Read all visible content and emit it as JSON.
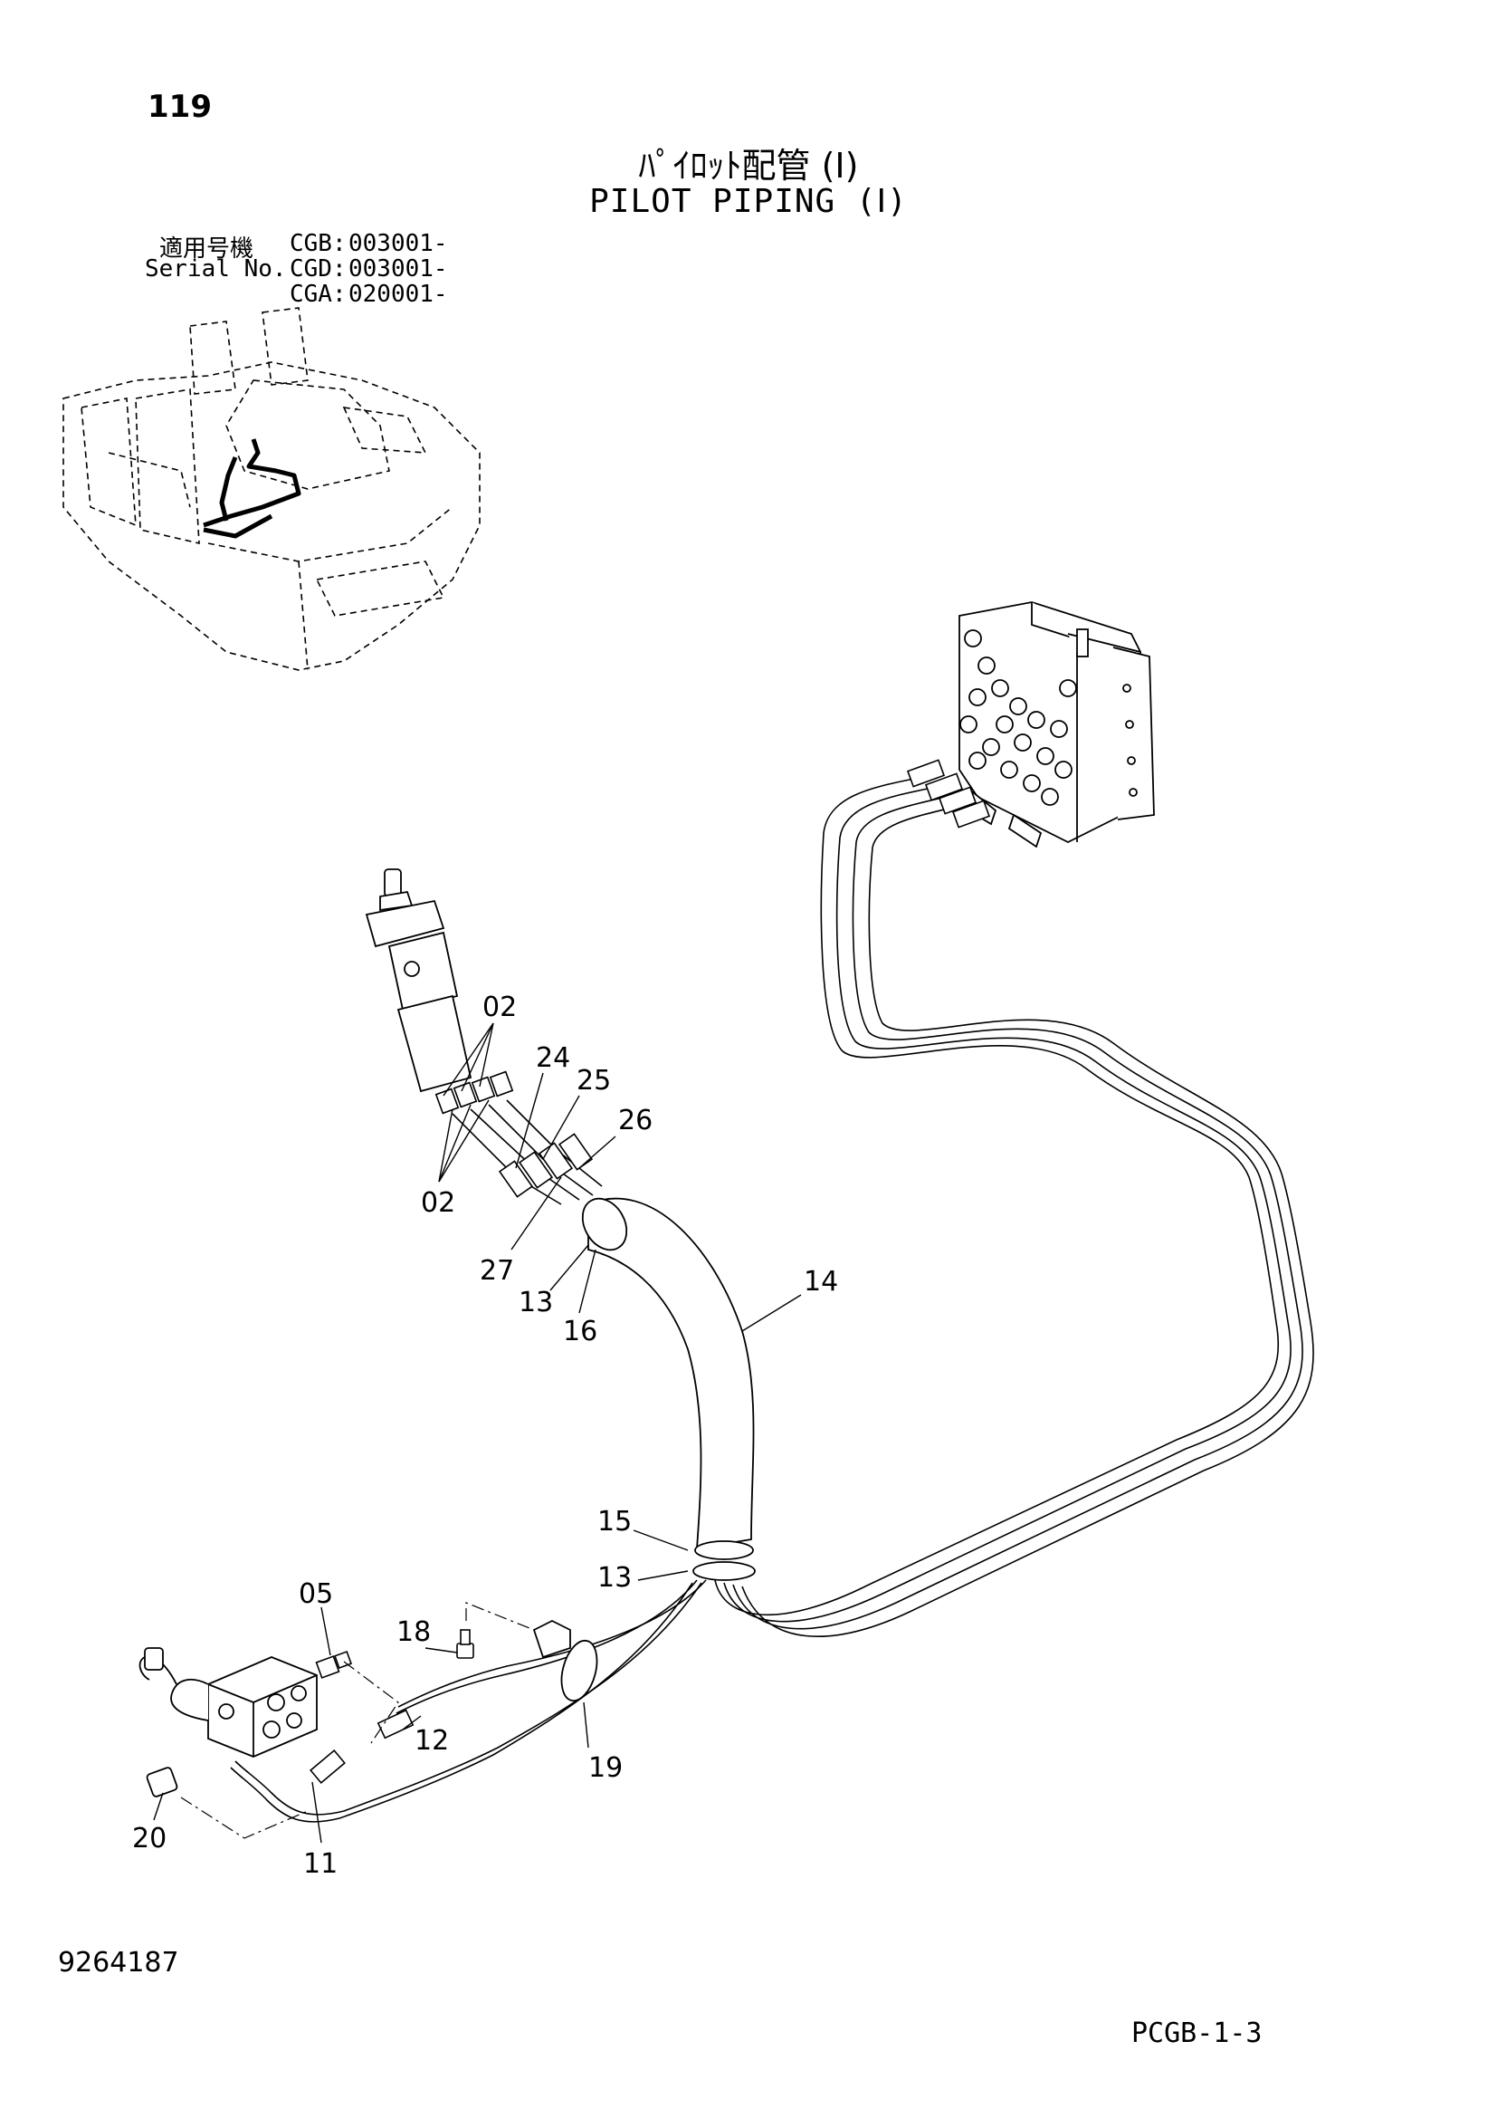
{
  "header": {
    "page_number": "119",
    "title_ja": "ﾊﾟｲﾛｯﾄ配管 (Ⅰ)",
    "title_en": "PILOT PIPING (Ⅰ)"
  },
  "serial": {
    "label_ja": "適用号機",
    "label_en": "Serial No.",
    "models": [
      {
        "model": "CGB:",
        "from": "003001-"
      },
      {
        "model": "CGD:",
        "from": "003001-"
      },
      {
        "model": "CGA:",
        "from": "020001-"
      }
    ]
  },
  "callouts": [
    {
      "id": "02a",
      "label": "02"
    },
    {
      "id": "24",
      "label": "24"
    },
    {
      "id": "25",
      "label": "25"
    },
    {
      "id": "26",
      "label": "26"
    },
    {
      "id": "02b",
      "label": "02"
    },
    {
      "id": "27",
      "label": "27"
    },
    {
      "id": "13a",
      "label": "13"
    },
    {
      "id": "16",
      "label": "16"
    },
    {
      "id": "14",
      "label": "14"
    },
    {
      "id": "15",
      "label": "15"
    },
    {
      "id": "13b",
      "label": "13"
    },
    {
      "id": "05",
      "label": "05"
    },
    {
      "id": "18",
      "label": "18"
    },
    {
      "id": "12",
      "label": "12"
    },
    {
      "id": "19",
      "label": "19"
    },
    {
      "id": "20",
      "label": "20"
    },
    {
      "id": "11",
      "label": "11"
    }
  ],
  "footer": {
    "doc_number": "9264187",
    "page_code": "PCGB-1-3"
  }
}
